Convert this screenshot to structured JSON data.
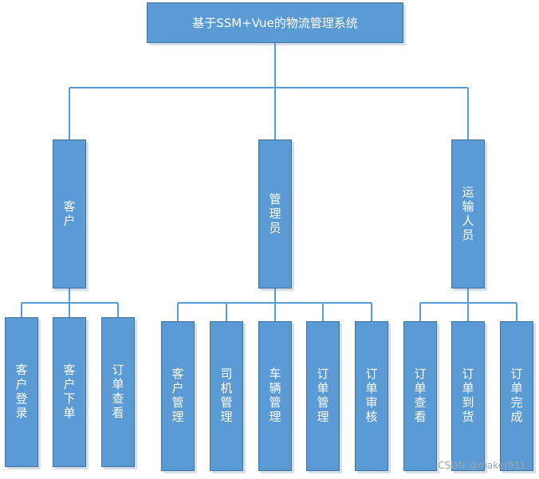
{
  "root": {
    "label": "基于SSM+Vue的物流管理系统"
  },
  "groups": [
    {
      "label": "客户",
      "children": [
        "客户登录",
        "客户下单",
        "订单查看"
      ]
    },
    {
      "label": "管理员",
      "children": [
        "客户管理",
        "司机管理",
        "车辆管理",
        "订单管理",
        "订单审核"
      ]
    },
    {
      "label": "运输人员",
      "children": [
        "订单查看",
        "订单到货",
        "订单完成"
      ]
    }
  ],
  "watermark": "CSDN @maker011",
  "colors": {
    "box_fill": "#5b9bd5",
    "box_border": "#41719c",
    "line": "#5b9bd5",
    "text": "#ffffff"
  }
}
